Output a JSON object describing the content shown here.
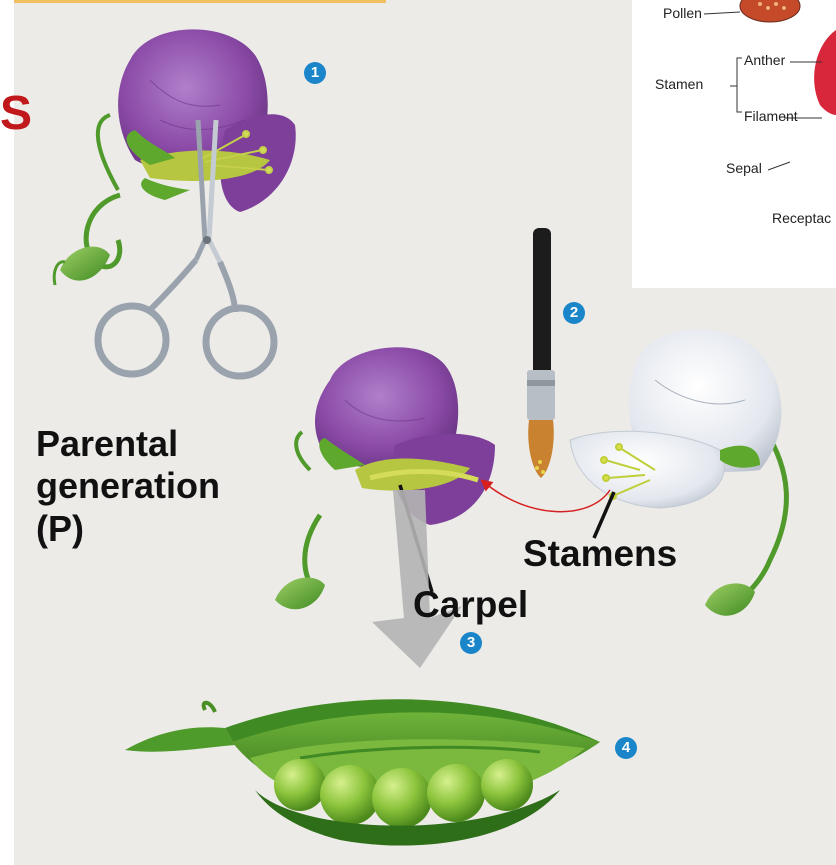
{
  "stray_letter": "S",
  "labels": {
    "parental_generation": [
      "Parental",
      "generation",
      "(P)"
    ],
    "carpel": "Carpel",
    "stamens": "Stamens"
  },
  "steps": [
    "1",
    "2",
    "3",
    "4"
  ],
  "inset": {
    "pollen": "Pollen",
    "stamen": "Stamen",
    "anther": "Anther",
    "filament": "Filament",
    "sepal": "Sepal",
    "receptacle": "Receptac"
  },
  "colors": {
    "background": "#ecebe8",
    "petal_purple": "#8a4aa6",
    "petal_white": "#e6e9ee",
    "pod_green": "#4e9a2a",
    "step_blue": "#1a86c9",
    "accent_red": "#c0181b"
  }
}
